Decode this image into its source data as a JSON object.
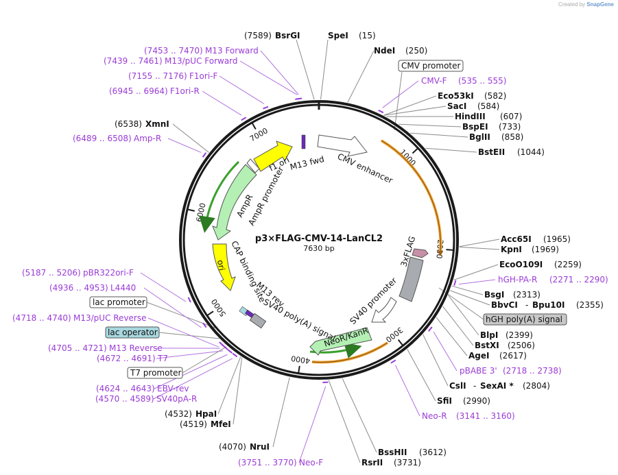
{
  "credit": {
    "prefix": "Created by",
    "brand": "SnapGene"
  },
  "plasmid": {
    "name": "p3×FLAG-CMV-14-LanCL2",
    "size": "7630 bp",
    "total_bp": 7630
  },
  "colors": {
    "backbone": "#1a1a1a",
    "primer": "#9a3bd6",
    "site_line": "#888888",
    "orange": "#f0a030",
    "green": "#3aa02c",
    "yellow": "#ffff00",
    "light_green": "#b4f0b4",
    "gray_feature": "#a8acb0",
    "mauve": "#c890a8",
    "purple_feature": "#6a2bb5",
    "lac_operator_fill": "#a8d8e0"
  },
  "ticks": [
    "1000",
    "2000",
    "3000",
    "4000",
    "5000",
    "6000",
    "7000"
  ],
  "sites": [
    {
      "name": "BsrGI",
      "pos": "(7589)",
      "bp": 7589
    },
    {
      "name": "SpeI",
      "pos": "(15)",
      "bp": 15
    },
    {
      "name": "NdeI",
      "pos": "(250)",
      "bp": 250
    },
    {
      "name": "Eco53kI",
      "pos": "(582)",
      "bp": 582
    },
    {
      "name": "SacI",
      "pos": "(584)",
      "bp": 584
    },
    {
      "name": "HindIII",
      "pos": "(607)",
      "bp": 607
    },
    {
      "name": "BspEI",
      "pos": "(733)",
      "bp": 733
    },
    {
      "name": "BglII",
      "pos": "(858)",
      "bp": 858
    },
    {
      "name": "BstEII",
      "pos": "(1044)",
      "bp": 1044
    },
    {
      "name": "Acc65I",
      "pos": "(1965)",
      "bp": 1965
    },
    {
      "name": "KpnI",
      "pos": "(1969)",
      "bp": 1969
    },
    {
      "name": "EcoO109I",
      "pos": "(2259)",
      "bp": 2259
    },
    {
      "name": "BsgI",
      "pos": "(2313)",
      "bp": 2313
    },
    {
      "name": "BbvCI",
      "pos": "",
      "bp": 2355
    },
    {
      "name": "BlpI",
      "pos": "(2399)",
      "bp": 2399
    },
    {
      "name": "BstXI",
      "pos": "(2506)",
      "bp": 2506
    },
    {
      "name": "AgeI",
      "pos": "(2617)",
      "bp": 2617
    },
    {
      "name": "CslI",
      "pos": "",
      "bp": 2804
    },
    {
      "name": "SfiI",
      "pos": "(2990)",
      "bp": 2990
    },
    {
      "name": "BssHII",
      "pos": "(3612)",
      "bp": 3612
    },
    {
      "name": "RsrII",
      "pos": "(3731)",
      "bp": 3731
    },
    {
      "name": "NruI",
      "pos": "(4070)",
      "bp": 4070
    },
    {
      "name": "MfeI",
      "pos": "(4519)",
      "bp": 4519
    },
    {
      "name": "HpaI",
      "pos": "(4532)",
      "bp": 4532
    },
    {
      "name": "XmnI",
      "pos": "(6538)",
      "bp": 6538
    }
  ],
  "compound_sites": [
    {
      "a": "BbvCI",
      "sep": "-",
      "b": "Bpu10I",
      "pos": "(2355)"
    },
    {
      "a": "CslI",
      "sep": "-",
      "b": "SexAI *",
      "pos": "(2804)"
    }
  ],
  "primers": [
    {
      "range": "(7453 .. 7470)",
      "name": "M13 Forward",
      "bp": 7461
    },
    {
      "range": "(7439 .. 7461)",
      "name": "M13/pUC Forward",
      "bp": 7450
    },
    {
      "range": "(7155 .. 7176)",
      "name": "F1ori-F",
      "bp": 7165
    },
    {
      "range": "(6945 .. 6964)",
      "name": "F1ori-R",
      "bp": 6955
    },
    {
      "range": "(6489 .. 6508)",
      "name": "Amp-R",
      "bp": 6498
    },
    {
      "name": "CMV-F",
      "range": "(535 .. 555)",
      "bp": 545
    },
    {
      "name": "hGH-PA-R",
      "range": "(2271 .. 2290)",
      "bp": 2280
    },
    {
      "name": "pBABE 3'",
      "range": "(2718 .. 2738)",
      "bp": 2728
    },
    {
      "name": "Neo-R",
      "range": "(3141 .. 3160)",
      "bp": 3150
    },
    {
      "range": "(3751 .. 3770)",
      "name": "Neo-F",
      "bp": 3760
    },
    {
      "range": "(5187 .. 5206)",
      "name": "pBR322ori-F",
      "bp": 5196
    },
    {
      "range": "(4936 .. 4953)",
      "name": "L4440",
      "bp": 4944
    },
    {
      "range": "(4718 .. 4740)",
      "name": "M13/pUC Reverse",
      "bp": 4729
    },
    {
      "range": "(4705 .. 4721)",
      "name": "M13 Reverse",
      "bp": 4713
    },
    {
      "range": "(4672 .. 4691)",
      "name": "T7",
      "bp": 4681
    },
    {
      "range": "(4624 .. 4643)",
      "name": "EBV-rev",
      "bp": 4633
    },
    {
      "range": "(4570 .. 4589)",
      "name": "SV40pA-R",
      "bp": 4580
    }
  ],
  "boxed_features": [
    {
      "name": "CMV promoter",
      "style": "white"
    },
    {
      "name": "hGH poly(A) signal",
      "style": "gray"
    },
    {
      "name": "lac promoter",
      "style": "white"
    },
    {
      "name": "lac operator",
      "style": "teal"
    },
    {
      "name": "T7 promoter",
      "style": "white"
    }
  ],
  "inner_labels": [
    "CMV enhancer",
    "M13 fwd",
    "f1 ori",
    "AmpR",
    "AmpR promoter",
    "ori",
    "CAP binding site",
    "M13 rev",
    "SV40 poly(A) signal",
    "SV40 promoter",
    "NeoR/KanR",
    "3xFLAG"
  ]
}
